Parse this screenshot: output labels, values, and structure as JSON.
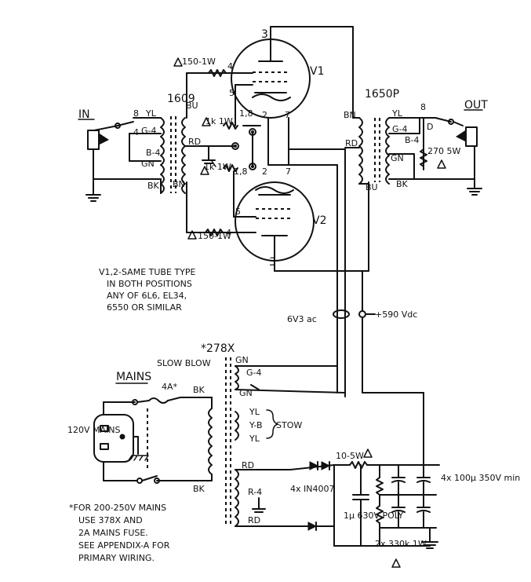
{
  "labels": {
    "in": "IN",
    "out": "OUT",
    "t_in": "1609",
    "t_out": "1650P",
    "t_power": "*278X",
    "v1": "V1",
    "v2": "V2",
    "r_top": "150-1W",
    "r_bot": "150-1W",
    "r_g1": "1k 1W",
    "r_g2": "1k 1W",
    "r_load": "270 5W",
    "r_series": "10-5W",
    "heater": "6V3 ac",
    "b_plus": "+590 Vdc",
    "mains": "MAINS",
    "mains_v": "120V MAINS",
    "fuse": "4A*",
    "fuse_type": "SLOW BLOW",
    "stow": "STOW",
    "diodes": "4x IN4007",
    "caps": "4x 100µ 350V min",
    "cap_1u": "1µ 630V POLY",
    "r_bleed": "2x 330k 1W",
    "pin3": "3",
    "pin4": "4",
    "pin5": "5",
    "pin18": "1,8",
    "pin2": "2",
    "pin7": "7",
    "pin8": "8",
    "pin4b": "4",
    "bu": "BU",
    "rd": "RD",
    "bn": "BN",
    "yl": "YL",
    "g4": "G-4",
    "b4": "B-4",
    "gn": "GN",
    "bk": "BK",
    "g4p": "G-4",
    "gnp": "GN",
    "r4": "R-4",
    "yb": "Y-B",
    "bk_top": "BK",
    "bk_bot": "BK",
    "d": "D",
    "yl_a": "YL",
    "yl_b": "YL"
  },
  "notes": {
    "tube": [
      "V1,2-SAME TUBE TYPE",
      "IN BOTH POSITIONS",
      "ANY OF 6L6, EL34,",
      "6550 OR SIMILAR"
    ],
    "voltage": [
      "*FOR 200-250V MAINS",
      "USE 378X AND",
      "2A MAINS FUSE.",
      "SEE APPENDIX-A FOR",
      "PRIMARY WIRING."
    ]
  }
}
